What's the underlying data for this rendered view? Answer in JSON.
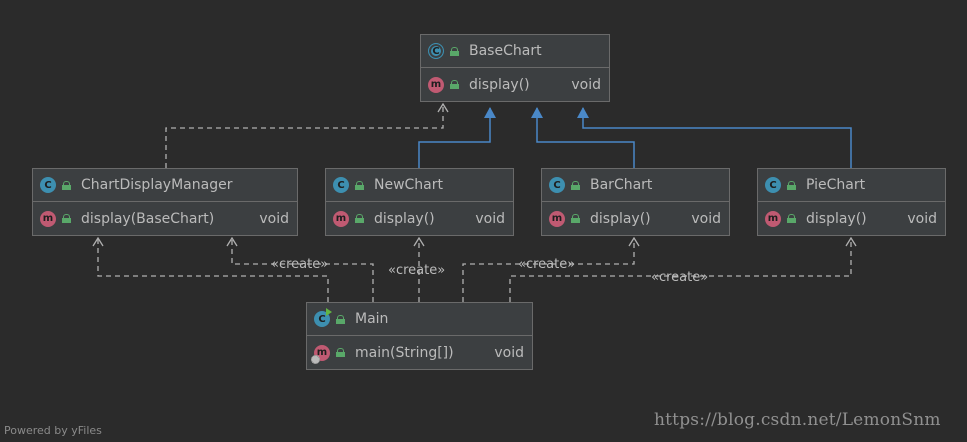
{
  "classes": {
    "base_chart": {
      "name": "BaseChart",
      "method": "display()",
      "return_type": "void"
    },
    "chart_display_manager": {
      "name": "ChartDisplayManager",
      "method": "display(BaseChart)",
      "return_type": "void"
    },
    "new_chart": {
      "name": "NewChart",
      "method": "display()",
      "return_type": "void"
    },
    "bar_chart": {
      "name": "BarChart",
      "method": "display()",
      "return_type": "void"
    },
    "pie_chart": {
      "name": "PieChart",
      "method": "display()",
      "return_type": "void"
    },
    "main": {
      "name": "Main",
      "method": "main(String[])",
      "return_type": "void"
    }
  },
  "badges": {
    "class_letter": "C",
    "method_letter": "m"
  },
  "relations": {
    "create_label": "«create»"
  },
  "colors": {
    "background": "#2b2b2b",
    "inheritance_line": "#4a88c7",
    "dependency_line": "#b0b0b0",
    "class_badge": "#3d8fb0",
    "method_badge": "#c05a72"
  },
  "footer": {
    "left": "Powered by yFiles",
    "right": "https://blog.csdn.net/LemonSnm"
  }
}
